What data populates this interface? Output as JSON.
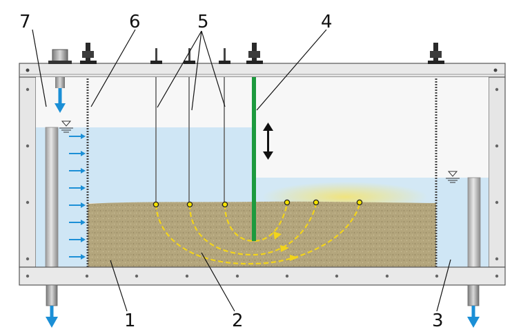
{
  "labels": {
    "l1": "1",
    "l2": "2",
    "l3": "3",
    "l4": "4",
    "l5": "5",
    "l6": "6",
    "l7": "7"
  },
  "colors": {
    "water": "#cfe6f5",
    "sand": "#b5a77e",
    "frame": "#e6e6e6",
    "flow": "#f2d41a",
    "arrow": "#1b8fd6",
    "sheet_pile": "#1d9a3e"
  },
  "icons": {
    "water_level": "water-level-symbol-icon",
    "inflow": "inflow-arrow-icon",
    "outflow": "outflow-arrow-icon",
    "move": "double-arrow-vertical-icon"
  }
}
